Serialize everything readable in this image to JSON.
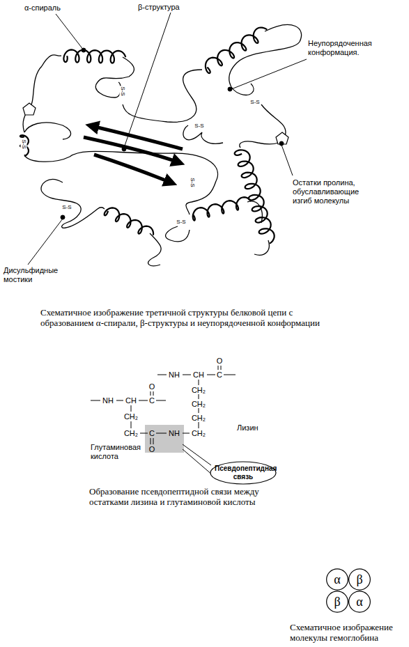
{
  "diagram": {
    "nodes": [
      {
        "text": [
          "Псевдопептидная связь"
        ]
      },
      {
        "text": [
          "α"
        ]
      },
      {
        "text": [
          "β"
        ]
      },
      {
        "text": [
          "β"
        ]
      },
      {
        "text": [
          "α"
        ]
      }
    ],
    "edges": [],
    "labels": [
      "α-спираль",
      "β-структура",
      "Неупорядоченная конформация.",
      "Остатки пролина, обуславливающие изгиб молекулы",
      "Дисульфидные мостики",
      "S-S",
      "S-S",
      "S-S",
      "S-S",
      "S-S",
      "S-S",
      "S-S",
      "Схематичное изображение третичной структуры белковой цепи с образованием α-спирали, β-структуры и неупорядоченной конформации",
      "NH",
      "CH",
      "C",
      "O",
      "CH₂",
      "CH₂",
      "CH₂",
      "CH₂",
      "NH",
      "NH",
      "CH",
      "C",
      "O",
      "CH₂",
      "CH₂",
      "C",
      "O",
      "Лизин",
      "Глутаминовая кислота",
      "Образование псевдопептидной связи между остатками лизина и глутаминовой кислоты",
      "Схематичное изображение молекулы гемоглобина"
    ]
  }
}
